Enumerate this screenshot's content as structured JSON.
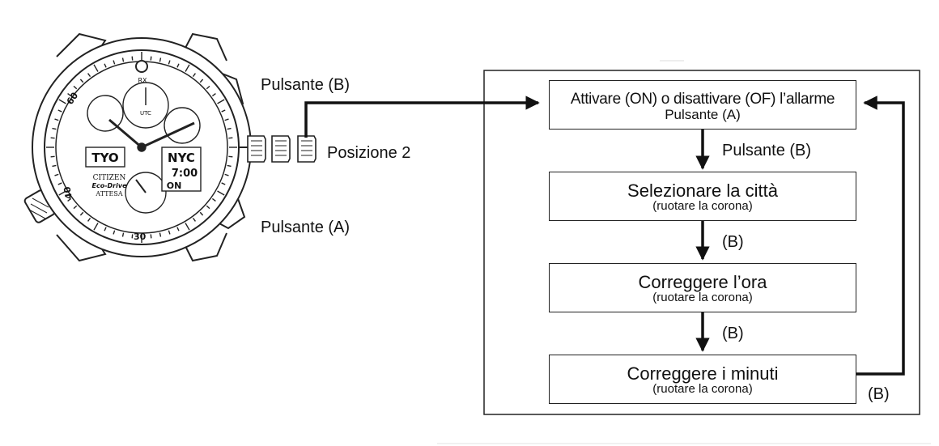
{
  "watch": {
    "brand": "CITIZEN",
    "model_line": "Eco-Drive",
    "model": "ATTESA",
    "display_left": "TYO",
    "display_right_city": "NYC",
    "display_right_time": "7:00",
    "display_right_status": "ON",
    "ring_label_top": "RX",
    "ring_label_mid": "UTC",
    "bezel_60": "60",
    "bezel_40": "40",
    "bezel_30": "30"
  },
  "labels": {
    "button_b": "Pulsante (B)",
    "button_a": "Pulsante (A)",
    "crown_position": "Posizione 2"
  },
  "flow": {
    "steps": [
      {
        "title": "Attivare (ON) o disattivare (OF) l’allarme",
        "subtitle": "Pulsante (A)"
      },
      {
        "title": "Selezionare la città",
        "subtitle": "(ruotare la corona)"
      },
      {
        "title": "Correggere l’ora",
        "subtitle": "(ruotare la corona)"
      },
      {
        "title": "Correggere i minuti",
        "subtitle": "(ruotare la corona)"
      }
    ],
    "arrows": [
      "Pulsante (B)",
      "(B)",
      "(B)"
    ],
    "return_label": "(B)"
  }
}
